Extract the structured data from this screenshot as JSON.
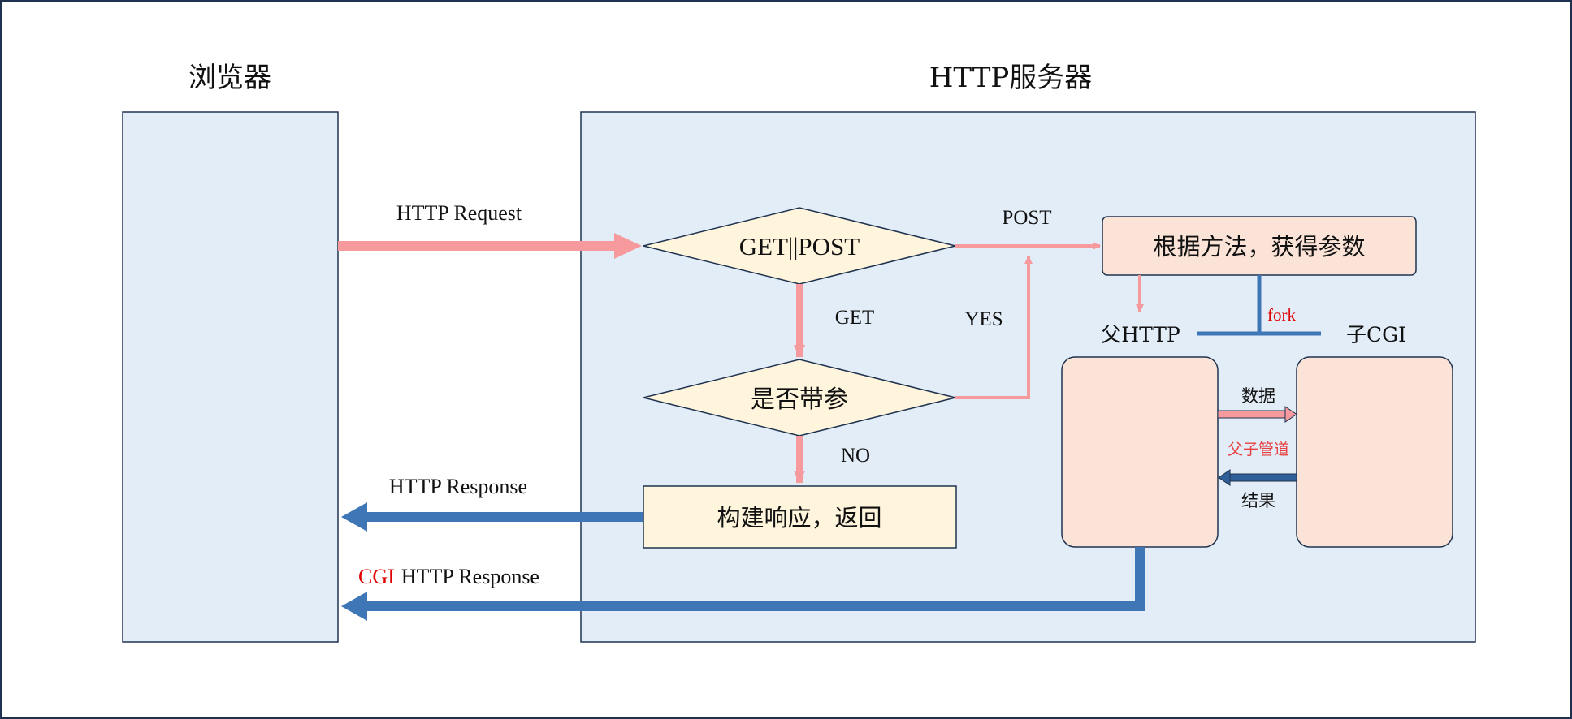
{
  "titles": {
    "browser": "浏览器",
    "server": "HTTP服务器"
  },
  "arrows": {
    "request": "HTTP Request",
    "response": "HTTP Response",
    "cgi_prefix": "CGI",
    "cgi_response": "HTTP Response"
  },
  "decisions": {
    "method": "GET||POST",
    "has_params": "是否带参"
  },
  "edges": {
    "post": "POST",
    "get": "GET",
    "yes": "YES",
    "no": "NO"
  },
  "boxes": {
    "get_params": "根据方法，获得参数",
    "build_response": "构建响应，返回"
  },
  "processes": {
    "parent": "父HTTP",
    "child": "子CGI",
    "fork": "fork",
    "data": "数据",
    "pipe": "父子管道",
    "result": "结果"
  },
  "colors": {
    "panel_fill": "#e2edf7",
    "border": "#1f3350",
    "pink_arrow": "#f79a9d",
    "blue_arrow": "#3f77b6",
    "diamond_fill": "#fff5dc",
    "process_fill": "#fbe4d7",
    "red_text": "#e00000"
  }
}
